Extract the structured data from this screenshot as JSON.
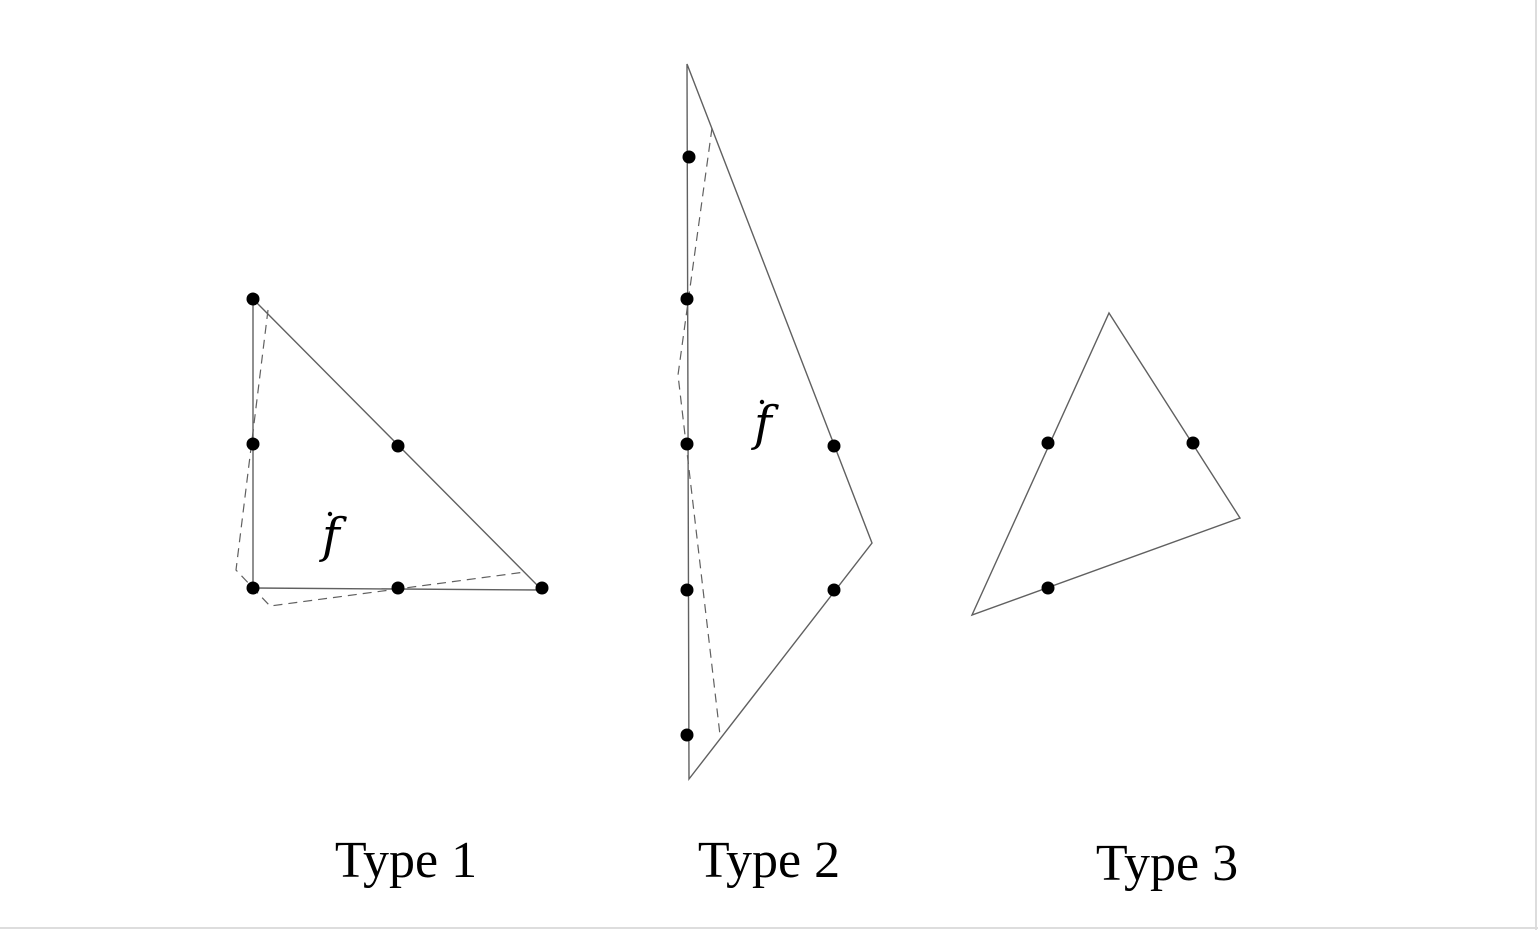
{
  "figures": [
    {
      "caption": "Type 1",
      "face_label": "f",
      "dot_count": 6
    },
    {
      "caption": "Type 2",
      "face_label": "f",
      "dot_count": 7
    },
    {
      "caption": "Type 3",
      "face_label": "",
      "dot_count": 3
    }
  ],
  "colors": {
    "line": "#606060",
    "dot": "#000000",
    "background": "#ffffff"
  }
}
